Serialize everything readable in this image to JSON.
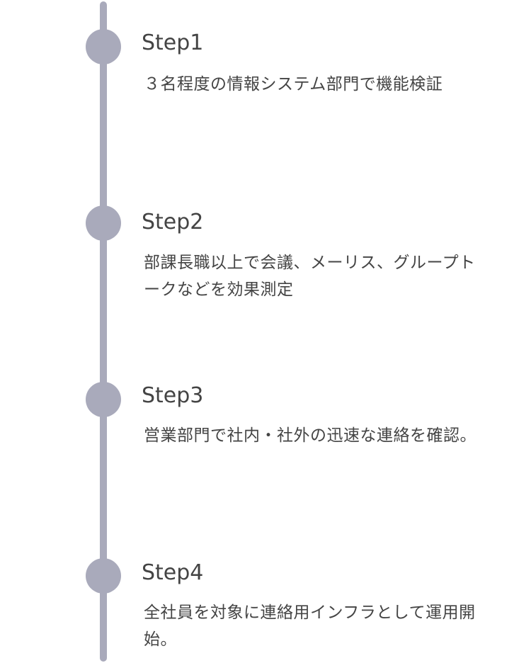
{
  "colors": {
    "timeline": "#a9aabb",
    "text": "#444444",
    "background": "#ffffff"
  },
  "steps": [
    {
      "title": "Step1",
      "description": "３名程度の情報システム部門で機能検証"
    },
    {
      "title": "Step2",
      "description": "部課長職以上で会議、メーリス、グループトークなどを効果測定"
    },
    {
      "title": "Step3",
      "description": "営業部門で社内・社外の迅速な連絡を確認。"
    },
    {
      "title": "Step4",
      "description": "全社員を対象に連絡用インフラとして運用開始。"
    }
  ]
}
